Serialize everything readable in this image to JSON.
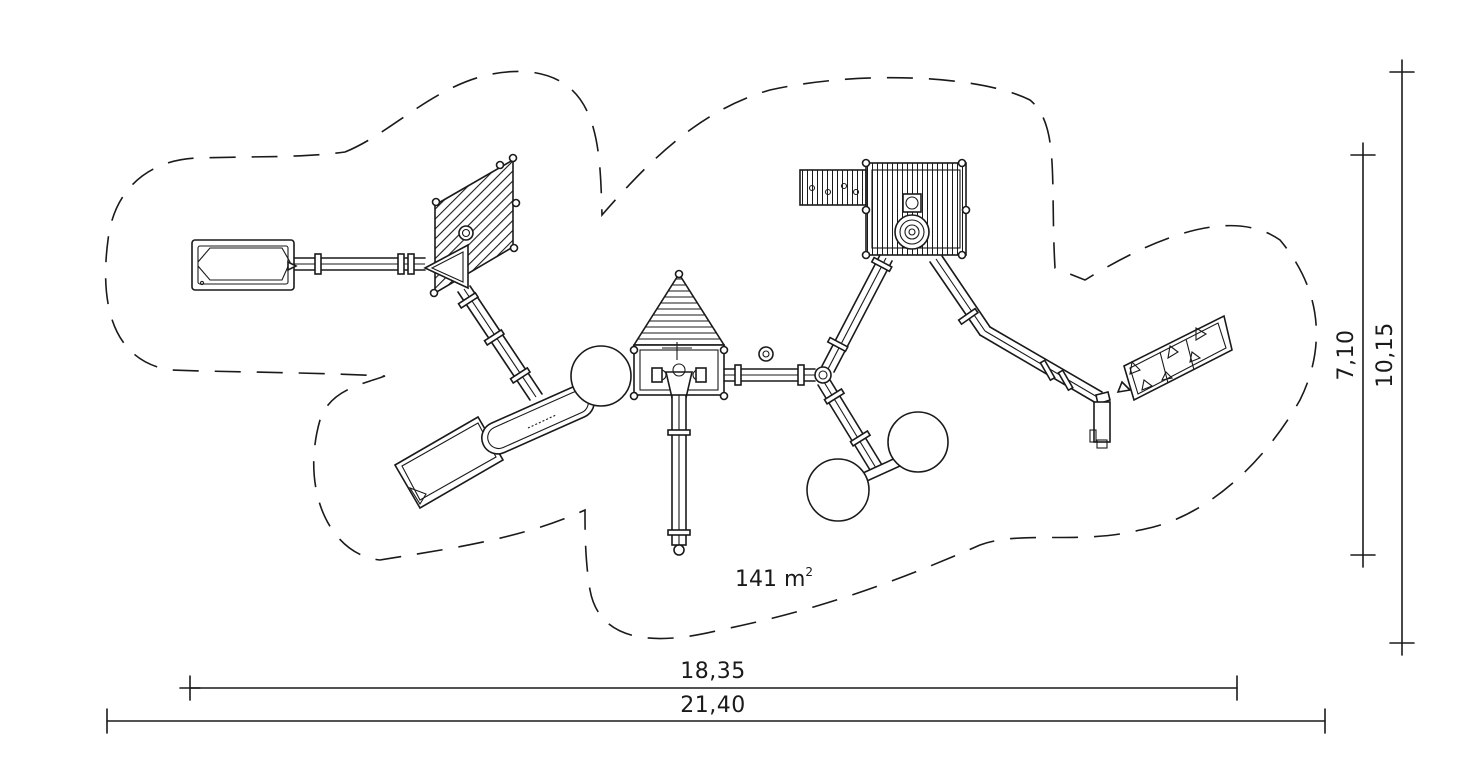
{
  "area": {
    "value": "141 m",
    "superscript": "2"
  },
  "dimensions": {
    "inner_width": "18,35",
    "outer_width": "21,40",
    "inner_height": "7,10",
    "outer_height": "10,15"
  },
  "colors": {
    "line": "#1a1a1a",
    "background": "#ffffff"
  }
}
